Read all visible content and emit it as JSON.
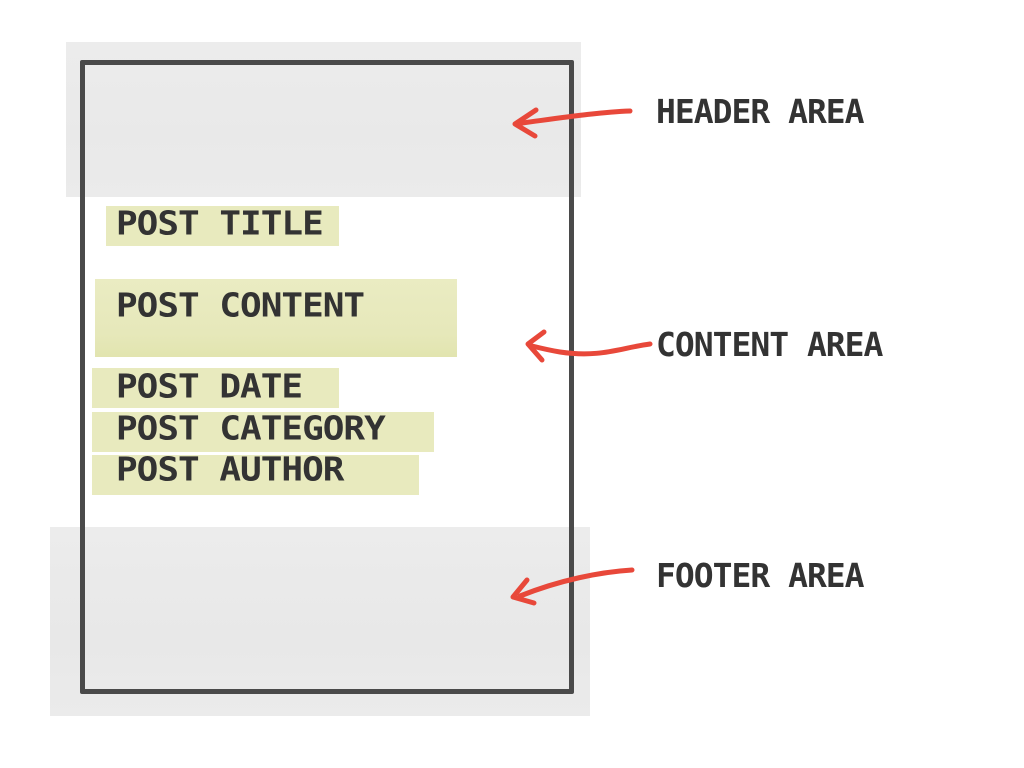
{
  "regions": {
    "header_label": "HEADER AREA",
    "content_label": "CONTENT AREA",
    "footer_label": "FOOTER AREA"
  },
  "fields": {
    "title": "POST TITLE",
    "content": "POST CONTENT",
    "date": "POST DATE",
    "category": "POST CATEGORY",
    "author": "POST AUTHOR"
  },
  "colors": {
    "arrow": "#e8483a",
    "frame": "#4a4a4a",
    "highlight": "#e6e8b8",
    "region_fill": "#ebebeb",
    "text": "#333333"
  }
}
